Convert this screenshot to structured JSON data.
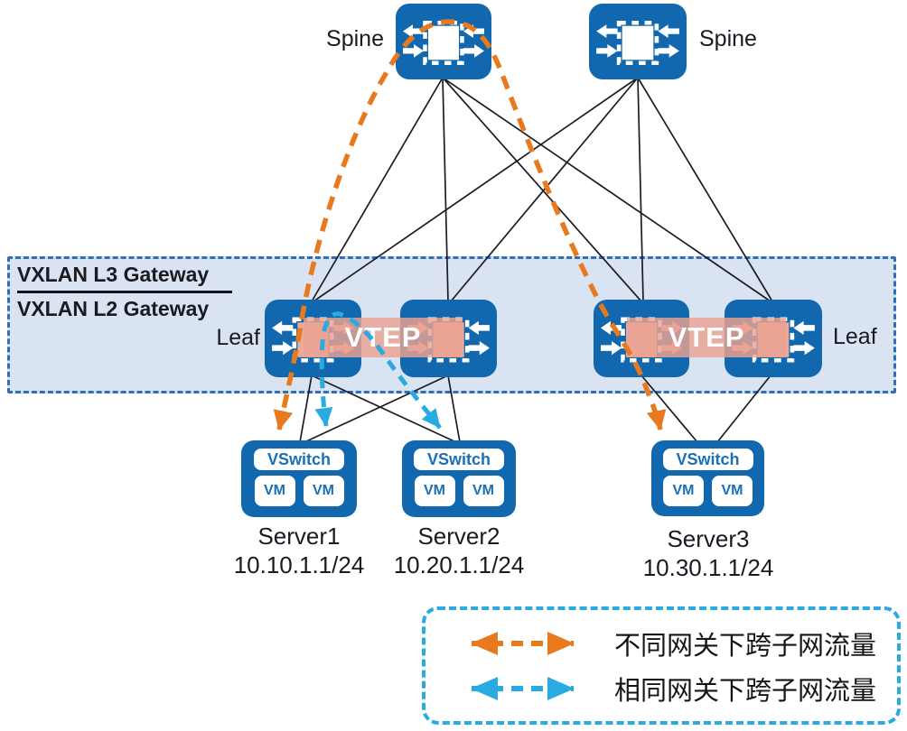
{
  "labels": {
    "spine1": "Spine",
    "spine2": "Spine",
    "leaf_left": "Leaf",
    "leaf_right": "Leaf",
    "vtep1": "VTEP",
    "vtep2": "VTEP",
    "gateway_line1": "VXLAN L3 Gateway",
    "gateway_line2": "VXLAN L2 Gateway"
  },
  "servers": [
    {
      "name": "Server1",
      "ip": "10.10.1.1/24",
      "vswitch": "VSwitch",
      "vm1": "VM",
      "vm2": "VM"
    },
    {
      "name": "Server2",
      "ip": "10.20.1.1/24",
      "vswitch": "VSwitch",
      "vm1": "VM",
      "vm2": "VM"
    },
    {
      "name": "Server3",
      "ip": "10.30.1.1/24",
      "vswitch": "VSwitch",
      "vm1": "VM",
      "vm2": "VM"
    }
  ],
  "legend": {
    "items": [
      {
        "label": "不同网关下跨子网流量",
        "arrow_color": "#e8791d"
      },
      {
        "label": "相同网关下跨子网流量",
        "arrow_color": "#29abe2"
      }
    ]
  },
  "colors": {
    "device_blue": "#1268ae",
    "salmon": "#edaa98",
    "band_fill": "#dae3f2",
    "band_border": "#2e6fba",
    "flow_orange": "#e8791d",
    "flow_cyan": "#29abe2",
    "link_black": "#1c1c26",
    "text_dark": "#1a1a22"
  }
}
